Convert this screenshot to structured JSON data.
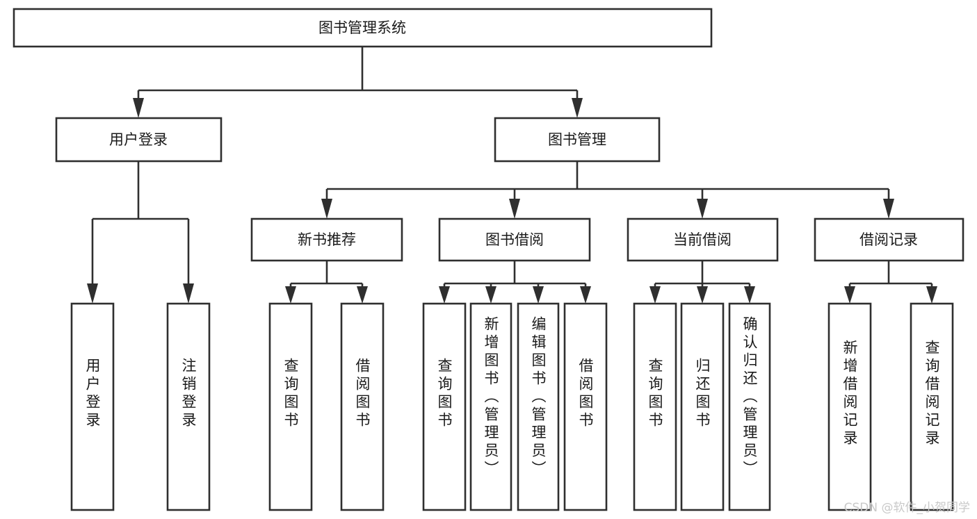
{
  "diagram": {
    "type": "hierarchy-tree",
    "title": "图书管理系统",
    "watermark": "CSDN @软件_小贺同学",
    "colors": {
      "box_stroke": "#2f2f2f",
      "box_fill": "#ffffff",
      "text": "#1a1a1a",
      "background": "#ffffff",
      "watermark": "#c9c9c9"
    },
    "root": {
      "label": "图书管理系统"
    },
    "level2": [
      {
        "label": "用户登录"
      },
      {
        "label": "图书管理"
      }
    ],
    "level3": [
      {
        "label": "新书推荐"
      },
      {
        "label": "图书借阅"
      },
      {
        "label": "当前借阅"
      },
      {
        "label": "借阅记录"
      }
    ],
    "leaves": {
      "user_login": [
        {
          "label": "用户登录"
        },
        {
          "label": "注销登录"
        }
      ],
      "new_book": [
        {
          "label": "查询图书"
        },
        {
          "label": "借阅图书"
        }
      ],
      "book_borrow": [
        {
          "label": "查询图书"
        },
        {
          "label": "新增图书（管理员）"
        },
        {
          "label": "编辑图书（管理员）"
        },
        {
          "label": "借阅图书"
        }
      ],
      "current_borrow": [
        {
          "label": "查询图书"
        },
        {
          "label": "归还图书"
        },
        {
          "label": "确认归还（管理员）"
        }
      ],
      "borrow_record": [
        {
          "label": "新增借阅记录"
        },
        {
          "label": "查询借阅记录"
        }
      ]
    }
  }
}
